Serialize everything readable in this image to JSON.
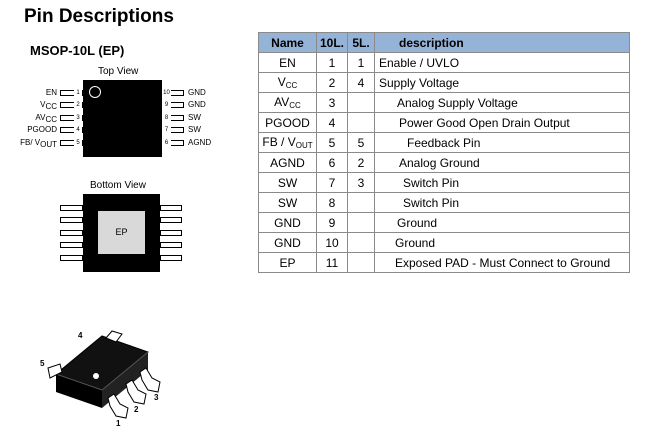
{
  "title": "Pin Descriptions",
  "package": "MSOP-10L (EP)",
  "top_view_label": "Top View",
  "bottom_view_label": "Bottom View",
  "ep_label": "EP",
  "left_pins": [
    {
      "label": "EN",
      "num": "1"
    },
    {
      "label": "V",
      "sub": "CC",
      "num": "2"
    },
    {
      "label": "AV",
      "sub": "CC",
      "num": "3"
    },
    {
      "label": "PGOOD",
      "num": "4"
    },
    {
      "label": "FB/ V",
      "sub": "OUT",
      "num": "5"
    }
  ],
  "right_pins": [
    {
      "label": "GND",
      "num": "10"
    },
    {
      "label": "GND",
      "num": "9"
    },
    {
      "label": "SW",
      "num": "8"
    },
    {
      "label": "SW",
      "num": "7"
    },
    {
      "label": "AGND",
      "num": "6"
    }
  ],
  "sot_pin_numbers": [
    "1",
    "2",
    "3",
    "4",
    "5"
  ],
  "table": {
    "headers": [
      "Name",
      "10L.",
      "5L.",
      "description"
    ],
    "rows": [
      {
        "name": "EN",
        "p10": "1",
        "p5": "1",
        "desc": "Enable / UVLO",
        "indent": 0
      },
      {
        "name": "V",
        "name_sub": "CC",
        "p10": "2",
        "p5": "4",
        "desc": "Supply Voltage",
        "indent": 0
      },
      {
        "name": "AV",
        "name_sub": "CC",
        "p10": "3",
        "p5": "",
        "desc": "Analog Supply Voltage",
        "indent": 18
      },
      {
        "name": "PGOOD",
        "p10": "4",
        "p5": "",
        "desc": "Power Good Open Drain Output",
        "indent": 20
      },
      {
        "name": "FB / V",
        "name_sub": "OUT",
        "p10": "5",
        "p5": "5",
        "desc": "Feedback Pin",
        "indent": 28
      },
      {
        "name": "AGND",
        "p10": "6",
        "p5": "2",
        "desc": "Analog Ground",
        "indent": 20
      },
      {
        "name": "SW",
        "p10": "7",
        "p5": "3",
        "desc": "Switch Pin",
        "indent": 24
      },
      {
        "name": "SW",
        "p10": "8",
        "p5": "",
        "desc": "Switch Pin",
        "indent": 24
      },
      {
        "name": "GND",
        "p10": "9",
        "p5": "",
        "desc": "Ground",
        "indent": 18
      },
      {
        "name": "GND",
        "p10": "10",
        "p5": "",
        "desc": "Ground",
        "indent": 16
      },
      {
        "name": "EP",
        "p10": "11",
        "p5": "",
        "desc": "Exposed PAD - Must Connect to Ground",
        "indent": 16
      }
    ]
  }
}
